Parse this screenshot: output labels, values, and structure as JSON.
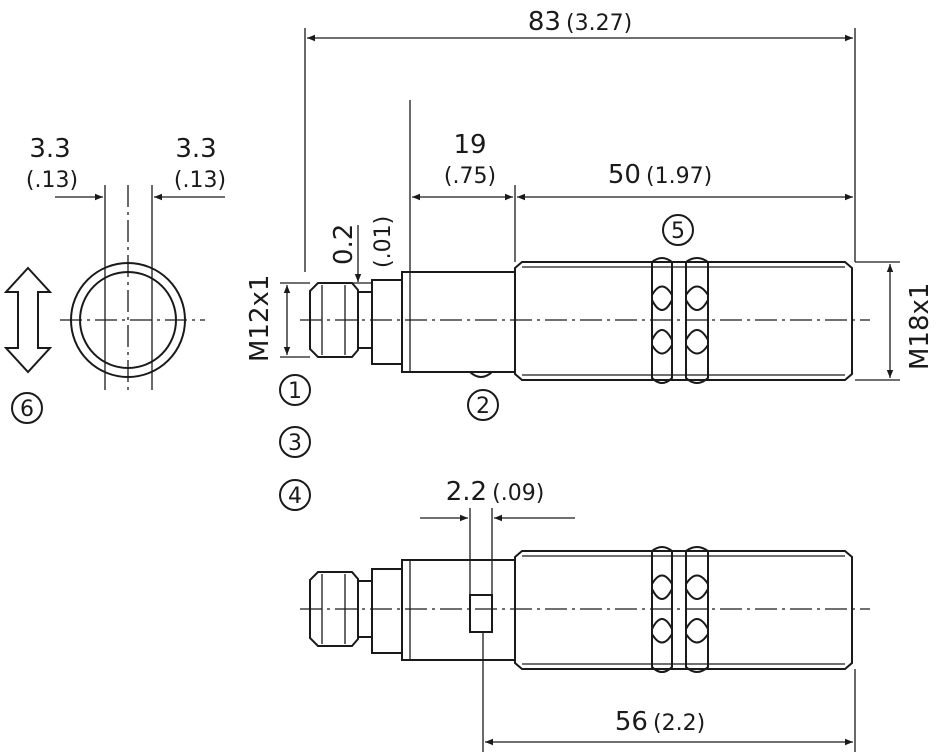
{
  "dimensions": {
    "overall_length": {
      "value": "83",
      "inch": "(3.27)"
    },
    "connector_section": {
      "value": "19",
      "inch": "(.75)"
    },
    "thread_length": {
      "value": "50",
      "inch": "(1.97)"
    },
    "gap": {
      "value": "0.2",
      "inch": "(.01)"
    },
    "offset_left": {
      "value": "3.3",
      "inch": "(.13)"
    },
    "offset_right": {
      "value": "3.3",
      "inch": "(.13)"
    },
    "led_width": {
      "value": "2.2",
      "inch": "(.09)"
    },
    "led_to_end": {
      "value": "56",
      "inch": "(2.2)"
    }
  },
  "thread_labels": {
    "connector": "M12x1",
    "body": "M18x1"
  },
  "callouts": [
    "1",
    "2",
    "3",
    "4",
    "5",
    "6"
  ]
}
